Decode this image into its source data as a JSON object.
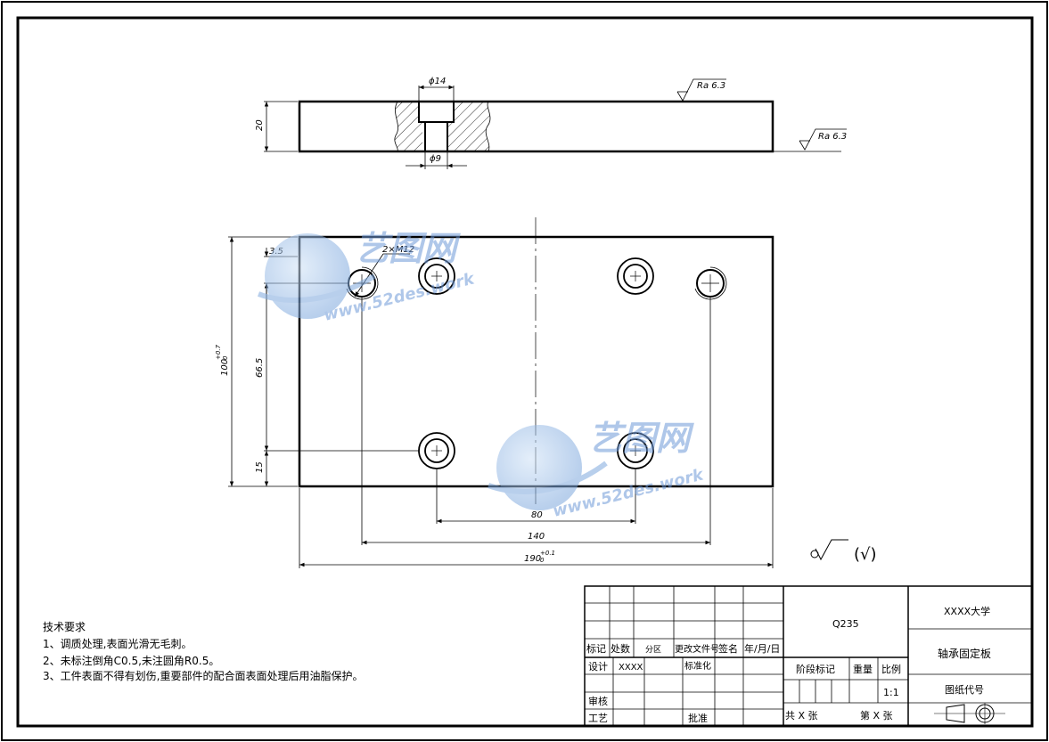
{
  "side_view": {
    "dim_counterbore": "ϕ14",
    "dim_through": "ϕ9",
    "dim_thickness": "20",
    "roughness_top": "Ra 6.3",
    "roughness_bottom": "Ra 6.3"
  },
  "plan_view": {
    "dim_left_offset": "3.5",
    "dim_thread": "2×M12",
    "dim_height_main": "100",
    "dim_height_tol_upper": "+0.7",
    "dim_height_tol_lower": "0",
    "dim_middle": "66.5",
    "dim_bottom": "15",
    "dim_80": "80",
    "dim_140": "140",
    "dim_width_main": "190",
    "dim_width_tol_upper": "+0.1",
    "dim_width_tol_lower": "0"
  },
  "surface_finish_note": "(√)",
  "tech_requirements": {
    "title": "技术要求",
    "items": [
      "1、调质处理,表面光滑无毛刺。",
      "2、未标注倒角C0.5,未注圆角R0.5。",
      "3、工件表面不得有划伤,重要部件的配合面表面处理后用油脂保护。"
    ]
  },
  "title_block": {
    "material": "Q235",
    "school": "XXXX大学",
    "part_name": "轴承固定板",
    "drawing_code_label": "图纸代号",
    "row_mark": [
      "标记",
      "处数",
      "分区",
      "更改文件号",
      "签名",
      "年/月/日"
    ],
    "design_label": "设计",
    "design_value": "XXXX",
    "standard_label": "标准化",
    "review_label": "审核",
    "process_label": "工艺",
    "approve_label": "批准",
    "stage_label": "阶段标记",
    "weight_label": "重量",
    "scale_label": "比例",
    "scale_value": "1:1",
    "sheets_total": "共 X 张",
    "sheet_no": "第 X 张"
  },
  "watermark": {
    "brand": "艺图网",
    "url": "www.52des.work"
  }
}
